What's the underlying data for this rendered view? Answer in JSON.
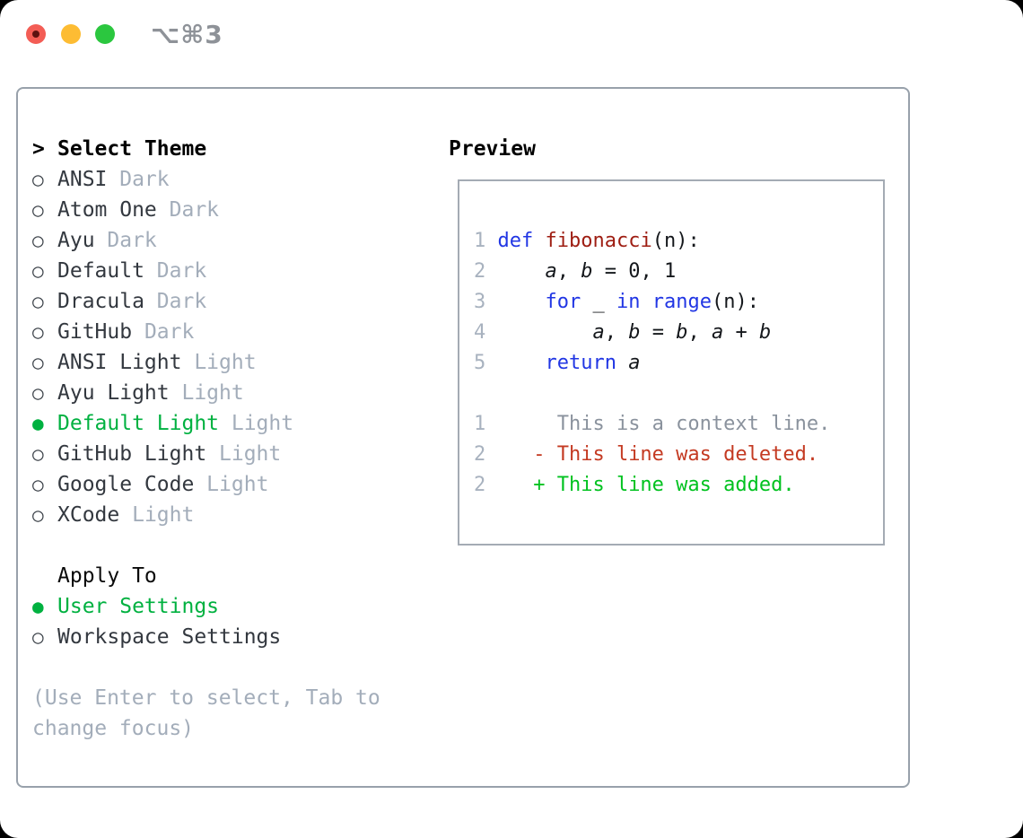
{
  "titlebar": {
    "title": "⌥⌘3"
  },
  "theme_list": {
    "focus_indicator": ">",
    "header": "Select Theme",
    "unselected_marker": "○",
    "selected_marker": "●",
    "items": [
      {
        "name": "ANSI",
        "variant": "Dark",
        "selected": false
      },
      {
        "name": "Atom One",
        "variant": "Dark",
        "selected": false
      },
      {
        "name": "Ayu",
        "variant": "Dark",
        "selected": false
      },
      {
        "name": "Default",
        "variant": "Dark",
        "selected": false
      },
      {
        "name": "Dracula",
        "variant": "Dark",
        "selected": false
      },
      {
        "name": "GitHub",
        "variant": "Dark",
        "selected": false
      },
      {
        "name": "ANSI Light",
        "variant": "Light",
        "selected": false
      },
      {
        "name": "Ayu Light",
        "variant": "Light",
        "selected": false
      },
      {
        "name": "Default Light",
        "variant": "Light",
        "selected": true
      },
      {
        "name": "GitHub Light",
        "variant": "Light",
        "selected": false
      },
      {
        "name": "Google Code",
        "variant": "Light",
        "selected": false
      },
      {
        "name": "XCode",
        "variant": "Light",
        "selected": false
      }
    ]
  },
  "apply_to": {
    "header": "Apply To",
    "options": [
      {
        "label": "User Settings",
        "selected": true
      },
      {
        "label": "Workspace Settings",
        "selected": false
      }
    ]
  },
  "footer_hint": "(Use Enter to select, Tab to change focus)",
  "preview": {
    "title": "Preview",
    "code_lines": [
      {
        "num": "1",
        "tokens": [
          {
            "t": "def",
            "c": "kw"
          },
          {
            "t": " ",
            "c": "pl"
          },
          {
            "t": "fibonacci",
            "c": "fn"
          },
          {
            "t": "(n):",
            "c": "pl"
          }
        ]
      },
      {
        "num": "2",
        "tokens": [
          {
            "t": "    ",
            "c": "pl"
          },
          {
            "t": "a",
            "c": "var"
          },
          {
            "t": ", ",
            "c": "pl"
          },
          {
            "t": "b",
            "c": "var"
          },
          {
            "t": " = 0, 1",
            "c": "pl"
          }
        ]
      },
      {
        "num": "3",
        "tokens": [
          {
            "t": "    ",
            "c": "pl"
          },
          {
            "t": "for",
            "c": "kw"
          },
          {
            "t": " _ ",
            "c": "pl"
          },
          {
            "t": "in",
            "c": "kw"
          },
          {
            "t": " ",
            "c": "pl"
          },
          {
            "t": "range",
            "c": "kw"
          },
          {
            "t": "(n):",
            "c": "pl"
          }
        ]
      },
      {
        "num": "4",
        "tokens": [
          {
            "t": "        ",
            "c": "pl"
          },
          {
            "t": "a",
            "c": "var"
          },
          {
            "t": ", ",
            "c": "pl"
          },
          {
            "t": "b",
            "c": "var"
          },
          {
            "t": " = ",
            "c": "pl"
          },
          {
            "t": "b",
            "c": "var"
          },
          {
            "t": ", ",
            "c": "pl"
          },
          {
            "t": "a",
            "c": "var"
          },
          {
            "t": " + ",
            "c": "pl"
          },
          {
            "t": "b",
            "c": "var"
          }
        ]
      },
      {
        "num": "5",
        "tokens": [
          {
            "t": "    ",
            "c": "pl"
          },
          {
            "t": "return",
            "c": "kw"
          },
          {
            "t": " ",
            "c": "pl"
          },
          {
            "t": "a",
            "c": "var"
          }
        ]
      }
    ],
    "diff_lines": [
      {
        "num": "1",
        "text": "      This is a context line.",
        "type": "context"
      },
      {
        "num": "2",
        "text": "    - This line was deleted.",
        "type": "deleted"
      },
      {
        "num": "2",
        "text": "    + This line was added.",
        "type": "added"
      }
    ]
  },
  "colors": {
    "accent-green": "#00b140",
    "added-green": "#00c21f",
    "deleted-red": "#c43a22",
    "keyword-blue": "#2136e4",
    "function-red": "#9e1d12",
    "muted-gray": "#a3adba",
    "line-number-gray": "#a8b2bf",
    "context-gray": "#8a929d",
    "text-dark": "#33383f",
    "panel-border": "#98a1ab",
    "traffic-red": "#f35d55",
    "traffic-yellow": "#fdbc33",
    "traffic-green": "#2bc73f",
    "title-gray": "#8e9298"
  }
}
